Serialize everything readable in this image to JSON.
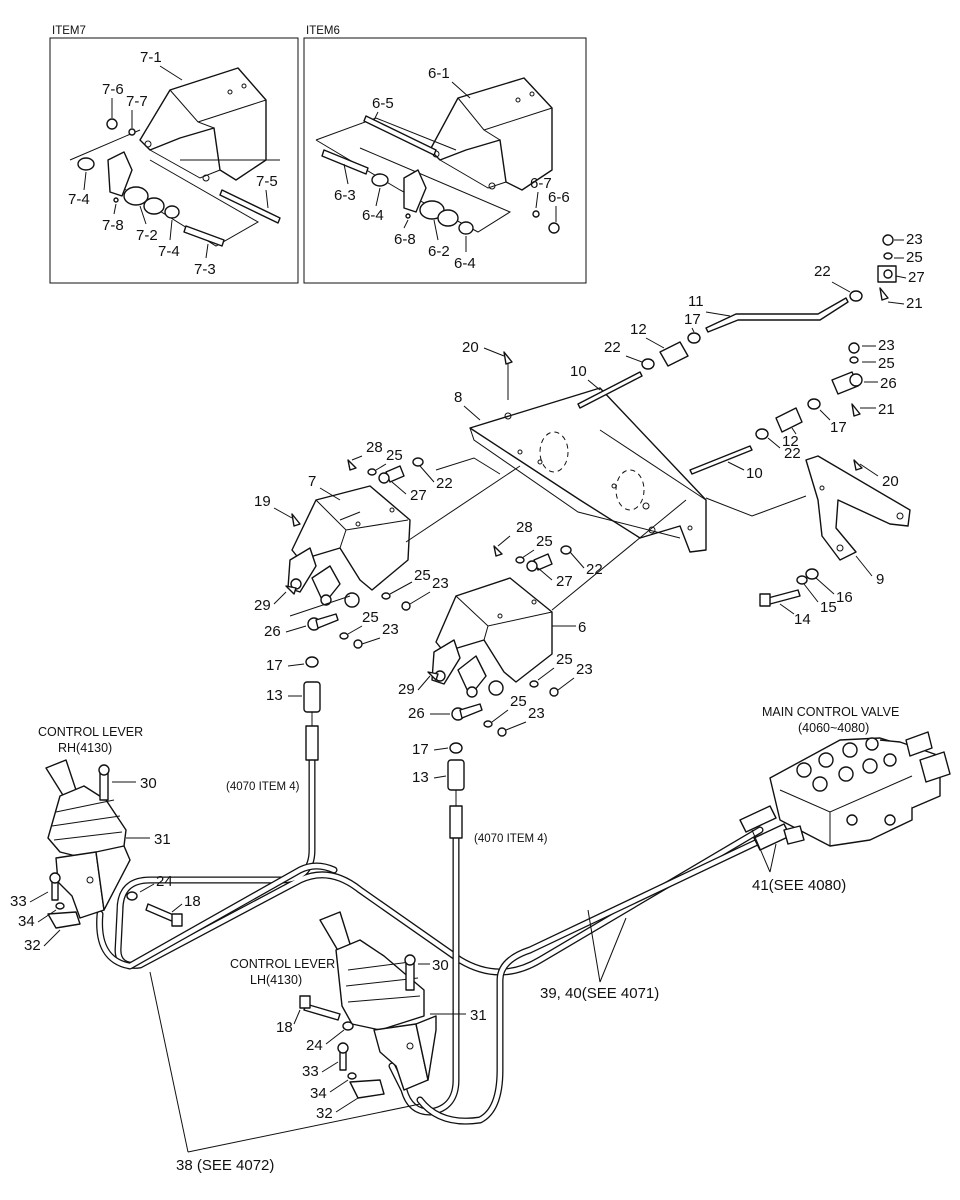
{
  "detail_boxes": {
    "item7": {
      "title": "ITEM7",
      "labels": [
        "7-1",
        "7-6",
        "7-7",
        "7-4",
        "7-5",
        "7-8",
        "7-2",
        "7-4",
        "7-3"
      ]
    },
    "item6": {
      "title": "ITEM6",
      "labels": [
        "6-1",
        "6-5",
        "6-3",
        "6-4",
        "6-7",
        "6-6",
        "6-8",
        "6-2",
        "6-4"
      ]
    }
  },
  "main": {
    "right_linkage": [
      "23",
      "25",
      "27",
      "22",
      "21",
      "11",
      "17",
      "12",
      "22",
      "20",
      "10",
      "8",
      "23",
      "25",
      "26",
      "21",
      "17",
      "12",
      "22",
      "20",
      "10",
      "9",
      "16",
      "15",
      "14"
    ],
    "bracket7": [
      "28",
      "25",
      "22",
      "27",
      "7",
      "19",
      "25",
      "23",
      "29",
      "26",
      "25",
      "23",
      "17",
      "13"
    ],
    "bracket6": [
      "28",
      "25",
      "22",
      "27",
      "6",
      "25",
      "23",
      "29",
      "26",
      "25",
      "23",
      "17",
      "13"
    ]
  },
  "control_lever_rh": {
    "line1": "CONTROL LEVER",
    "line2": "RH(4130)",
    "labels": [
      "30",
      "31",
      "24",
      "18",
      "33",
      "34",
      "32"
    ]
  },
  "control_lever_lh": {
    "line1": "CONTROL LEVER",
    "line2": "LH(4130)",
    "labels": [
      "30",
      "31",
      "18",
      "24",
      "33",
      "34",
      "32"
    ]
  },
  "cable_refs": {
    "left": "(4070 ITEM 4)",
    "right": "(4070 ITEM 4)",
    "item38": "38 (SEE 4072)",
    "item3940": "39, 40(SEE 4071)",
    "item41": "41(SEE 4080)"
  },
  "main_control_valve": {
    "line1": "MAIN CONTROL VALVE",
    "line2": "(4060~4080)"
  }
}
